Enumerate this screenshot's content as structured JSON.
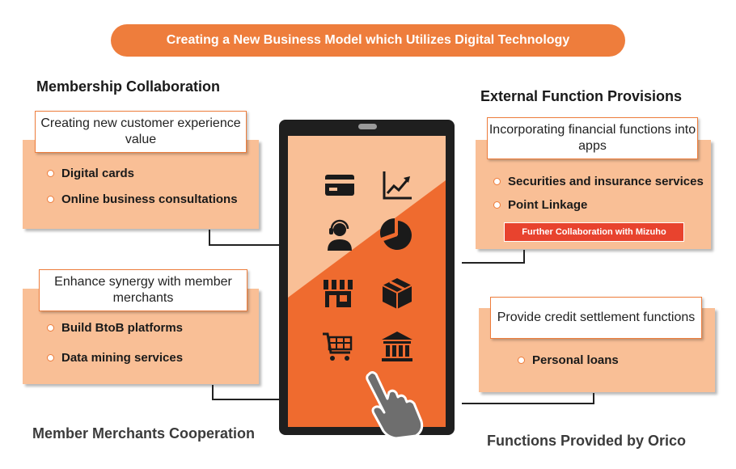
{
  "banner": {
    "title": "Creating a New Business Model which Utilizes Digital Technology"
  },
  "left": {
    "heading": "Membership Collaboration",
    "footer": "Member Merchants Cooperation",
    "top_box": {
      "caption": "Creating new customer experience value",
      "items": [
        "Digital cards",
        "Online business consultations"
      ]
    },
    "bottom_box": {
      "caption": "Enhance synergy with member merchants",
      "items": [
        "Build BtoB platforms",
        "Data mining services"
      ]
    }
  },
  "right": {
    "heading": "External Function Provisions",
    "footer": "Functions Provided by Orico",
    "top_box": {
      "caption": "Incorporating financial functions into apps",
      "items": [
        "Securities and insurance services",
        "Point Linkage"
      ],
      "highlight": "Further Collaboration with Mizuho"
    },
    "bottom_box": {
      "caption": "Provide credit settlement functions",
      "items": [
        "Personal loans"
      ]
    }
  },
  "phone": {
    "icons": [
      "credit-card-icon",
      "line-chart-icon",
      "support-agent-icon",
      "pie-chart-icon",
      "store-icon",
      "package-box-icon",
      "shopping-cart-icon",
      "bank-icon",
      "pointing-hand-icon"
    ]
  },
  "colors": {
    "accent": "#ee7d3c",
    "panel": "#f9bf96",
    "screen_light": "#f9bf96",
    "screen_dark": "#ef6b2f",
    "highlight": "#e8432e",
    "phone_body": "#1f1f1f"
  }
}
